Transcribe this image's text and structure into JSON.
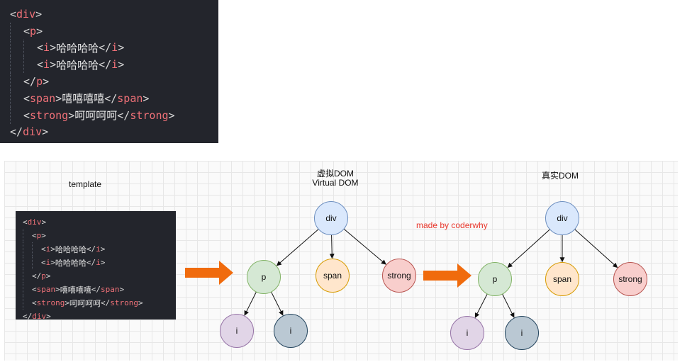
{
  "code": {
    "lines": [
      {
        "indent": 0,
        "parts": [
          [
            "punc",
            "<"
          ],
          [
            "tag",
            "div"
          ],
          [
            "punc",
            ">"
          ]
        ]
      },
      {
        "indent": 1,
        "parts": [
          [
            "punc",
            "<"
          ],
          [
            "tag",
            "p"
          ],
          [
            "punc",
            ">"
          ]
        ]
      },
      {
        "indent": 2,
        "parts": [
          [
            "punc",
            "<"
          ],
          [
            "tag",
            "i"
          ],
          [
            "punc",
            ">"
          ],
          [
            "txt",
            "哈哈哈哈"
          ],
          [
            "punc",
            "</"
          ],
          [
            "tag",
            "i"
          ],
          [
            "punc",
            ">"
          ]
        ]
      },
      {
        "indent": 2,
        "parts": [
          [
            "punc",
            "<"
          ],
          [
            "tag",
            "i"
          ],
          [
            "punc",
            ">"
          ],
          [
            "txt",
            "哈哈哈哈"
          ],
          [
            "punc",
            "</"
          ],
          [
            "tag",
            "i"
          ],
          [
            "punc",
            ">"
          ]
        ]
      },
      {
        "indent": 1,
        "parts": [
          [
            "punc",
            "</"
          ],
          [
            "tag",
            "p"
          ],
          [
            "punc",
            ">"
          ]
        ]
      },
      {
        "indent": 1,
        "parts": [
          [
            "punc",
            "<"
          ],
          [
            "tag",
            "span"
          ],
          [
            "punc",
            ">"
          ],
          [
            "txt",
            "嘻嘻嘻嘻"
          ],
          [
            "punc",
            "</"
          ],
          [
            "tag",
            "span"
          ],
          [
            "punc",
            ">"
          ]
        ]
      },
      {
        "indent": 1,
        "parts": [
          [
            "punc",
            "<"
          ],
          [
            "tag",
            "strong"
          ],
          [
            "punc",
            ">"
          ],
          [
            "txt",
            "呵呵呵呵"
          ],
          [
            "punc",
            "</"
          ],
          [
            "tag",
            "strong"
          ],
          [
            "punc",
            ">"
          ]
        ]
      },
      {
        "indent": 0,
        "parts": [
          [
            "punc",
            "</"
          ],
          [
            "tag",
            "div"
          ],
          [
            "punc",
            ">"
          ]
        ]
      }
    ]
  },
  "labels": {
    "template": "template",
    "virtual_dom_cn": "虚拟DOM",
    "virtual_dom_en": "Virtual DOM",
    "real_dom": "真实DOM",
    "watermark": "made by coderwhy"
  },
  "trees": [
    {
      "name": "virtual",
      "nodes": [
        {
          "id": "div",
          "label": "div",
          "fill": "#dae8fc",
          "stroke": "#6c8ebf"
        },
        {
          "id": "p",
          "label": "p",
          "fill": "#d5e8d4",
          "stroke": "#82b366"
        },
        {
          "id": "span",
          "label": "span",
          "fill": "#ffe6cc",
          "stroke": "#d79b00"
        },
        {
          "id": "strong",
          "label": "strong",
          "fill": "#f8cecc",
          "stroke": "#b85450"
        },
        {
          "id": "i1",
          "label": "i",
          "fill": "#e1d5e7",
          "stroke": "#9673a6"
        },
        {
          "id": "i2",
          "label": "i",
          "fill": "#bac8d3",
          "stroke": "#23445d"
        }
      ]
    },
    {
      "name": "real",
      "nodes": [
        {
          "id": "div",
          "label": "div",
          "fill": "#dae8fc",
          "stroke": "#6c8ebf"
        },
        {
          "id": "p",
          "label": "p",
          "fill": "#d5e8d4",
          "stroke": "#82b366"
        },
        {
          "id": "span",
          "label": "span",
          "fill": "#ffe6cc",
          "stroke": "#d79b00"
        },
        {
          "id": "strong",
          "label": "strong",
          "fill": "#f8cecc",
          "stroke": "#b85450"
        },
        {
          "id": "i1",
          "label": "i",
          "fill": "#e1d5e7",
          "stroke": "#9673a6"
        },
        {
          "id": "i2",
          "label": "i",
          "fill": "#bac8d3",
          "stroke": "#23445d"
        }
      ]
    }
  ],
  "edges": [
    [
      "div",
      "p"
    ],
    [
      "div",
      "span"
    ],
    [
      "div",
      "strong"
    ],
    [
      "p",
      "i1"
    ],
    [
      "p",
      "i2"
    ]
  ],
  "colors": {
    "arrow": "#f06b0d",
    "edge": "#111111"
  }
}
